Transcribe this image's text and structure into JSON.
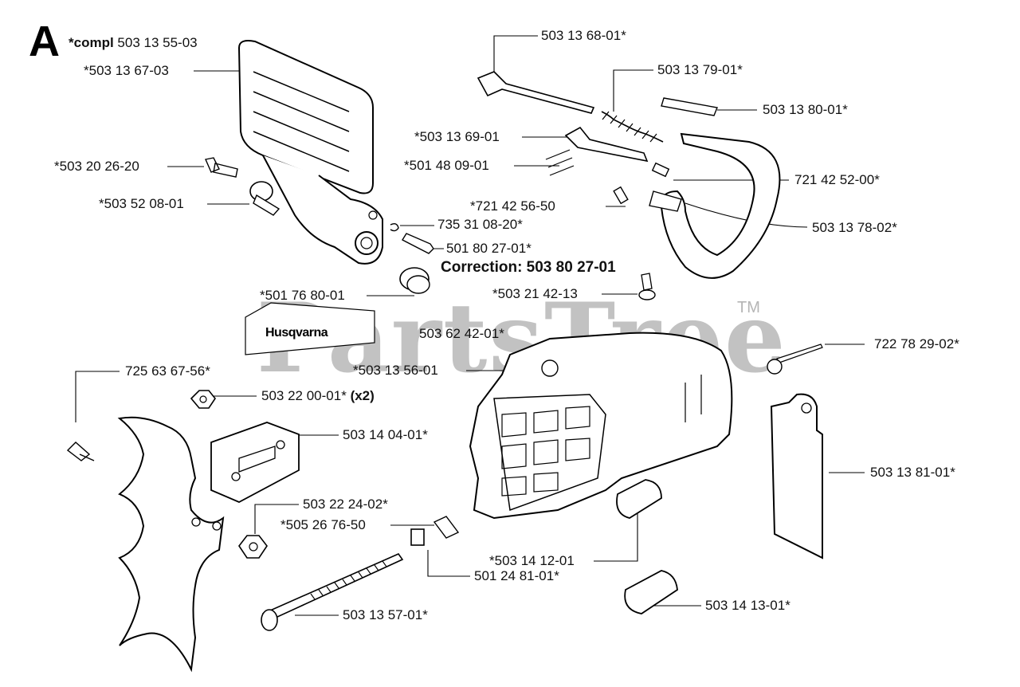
{
  "assembly": {
    "letter": "A",
    "compl_prefix": "*compl",
    "compl_number": "503 13 55-03"
  },
  "correction": {
    "text": "Correction: 503 80 27-01"
  },
  "decal": {
    "brand": "Husqvarna"
  },
  "watermark": {
    "text": "PartsTree",
    "tm": "TM"
  },
  "parts": [
    "*503 13 67-03",
    "503 13 68-01*",
    "503 13 79-01*",
    "503 13 80-01*",
    "*503 13 69-01",
    "*501 48 09-01",
    "*503 20 26-20",
    "*503 52 08-01",
    "*721 42 56-50",
    "721 42 52-00*",
    "735 31 08-20*",
    "501 80 27-01*",
    "503 13 78-02*",
    "*503 21 42-13",
    "*501 76 80-01",
    "503 62 42-01*",
    "722 78 29-02*",
    "*503 13 56-01",
    "725 63 67-56*",
    "503 22 00-01*",
    "503 14 04-01*",
    "503 13 81-01*",
    "503 22 24-02*",
    "*505 26 76-50",
    "*503 14 12-01",
    "501 24 81-01*",
    "503 14 13-01*",
    "503 13 57-01*"
  ],
  "qty_note": "(x2)"
}
